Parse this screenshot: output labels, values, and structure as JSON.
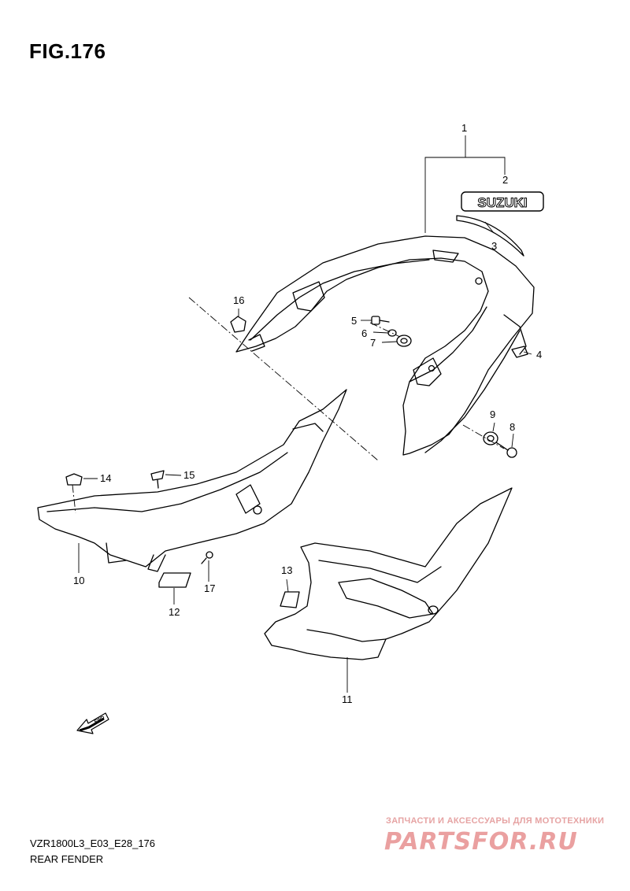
{
  "figure": {
    "title": "FIG.176"
  },
  "callouts": [
    "1",
    "2",
    "3",
    "4",
    "5",
    "6",
    "7",
    "8",
    "9",
    "10",
    "11",
    "12",
    "13",
    "14",
    "15",
    "16",
    "17"
  ],
  "emblem_text": "SUZUKI",
  "fwd_arrow_text": "FWD",
  "footer": {
    "model_code": "VZR1800L3_E03_E28_176",
    "section_name": "REAR FENDER"
  },
  "watermark": {
    "tagline": "ЗАПЧАСТИ И АКСЕССУАРЫ ДЛЯ МОТОТЕХНИКИ",
    "logo": "PARTSFOR.RU"
  }
}
